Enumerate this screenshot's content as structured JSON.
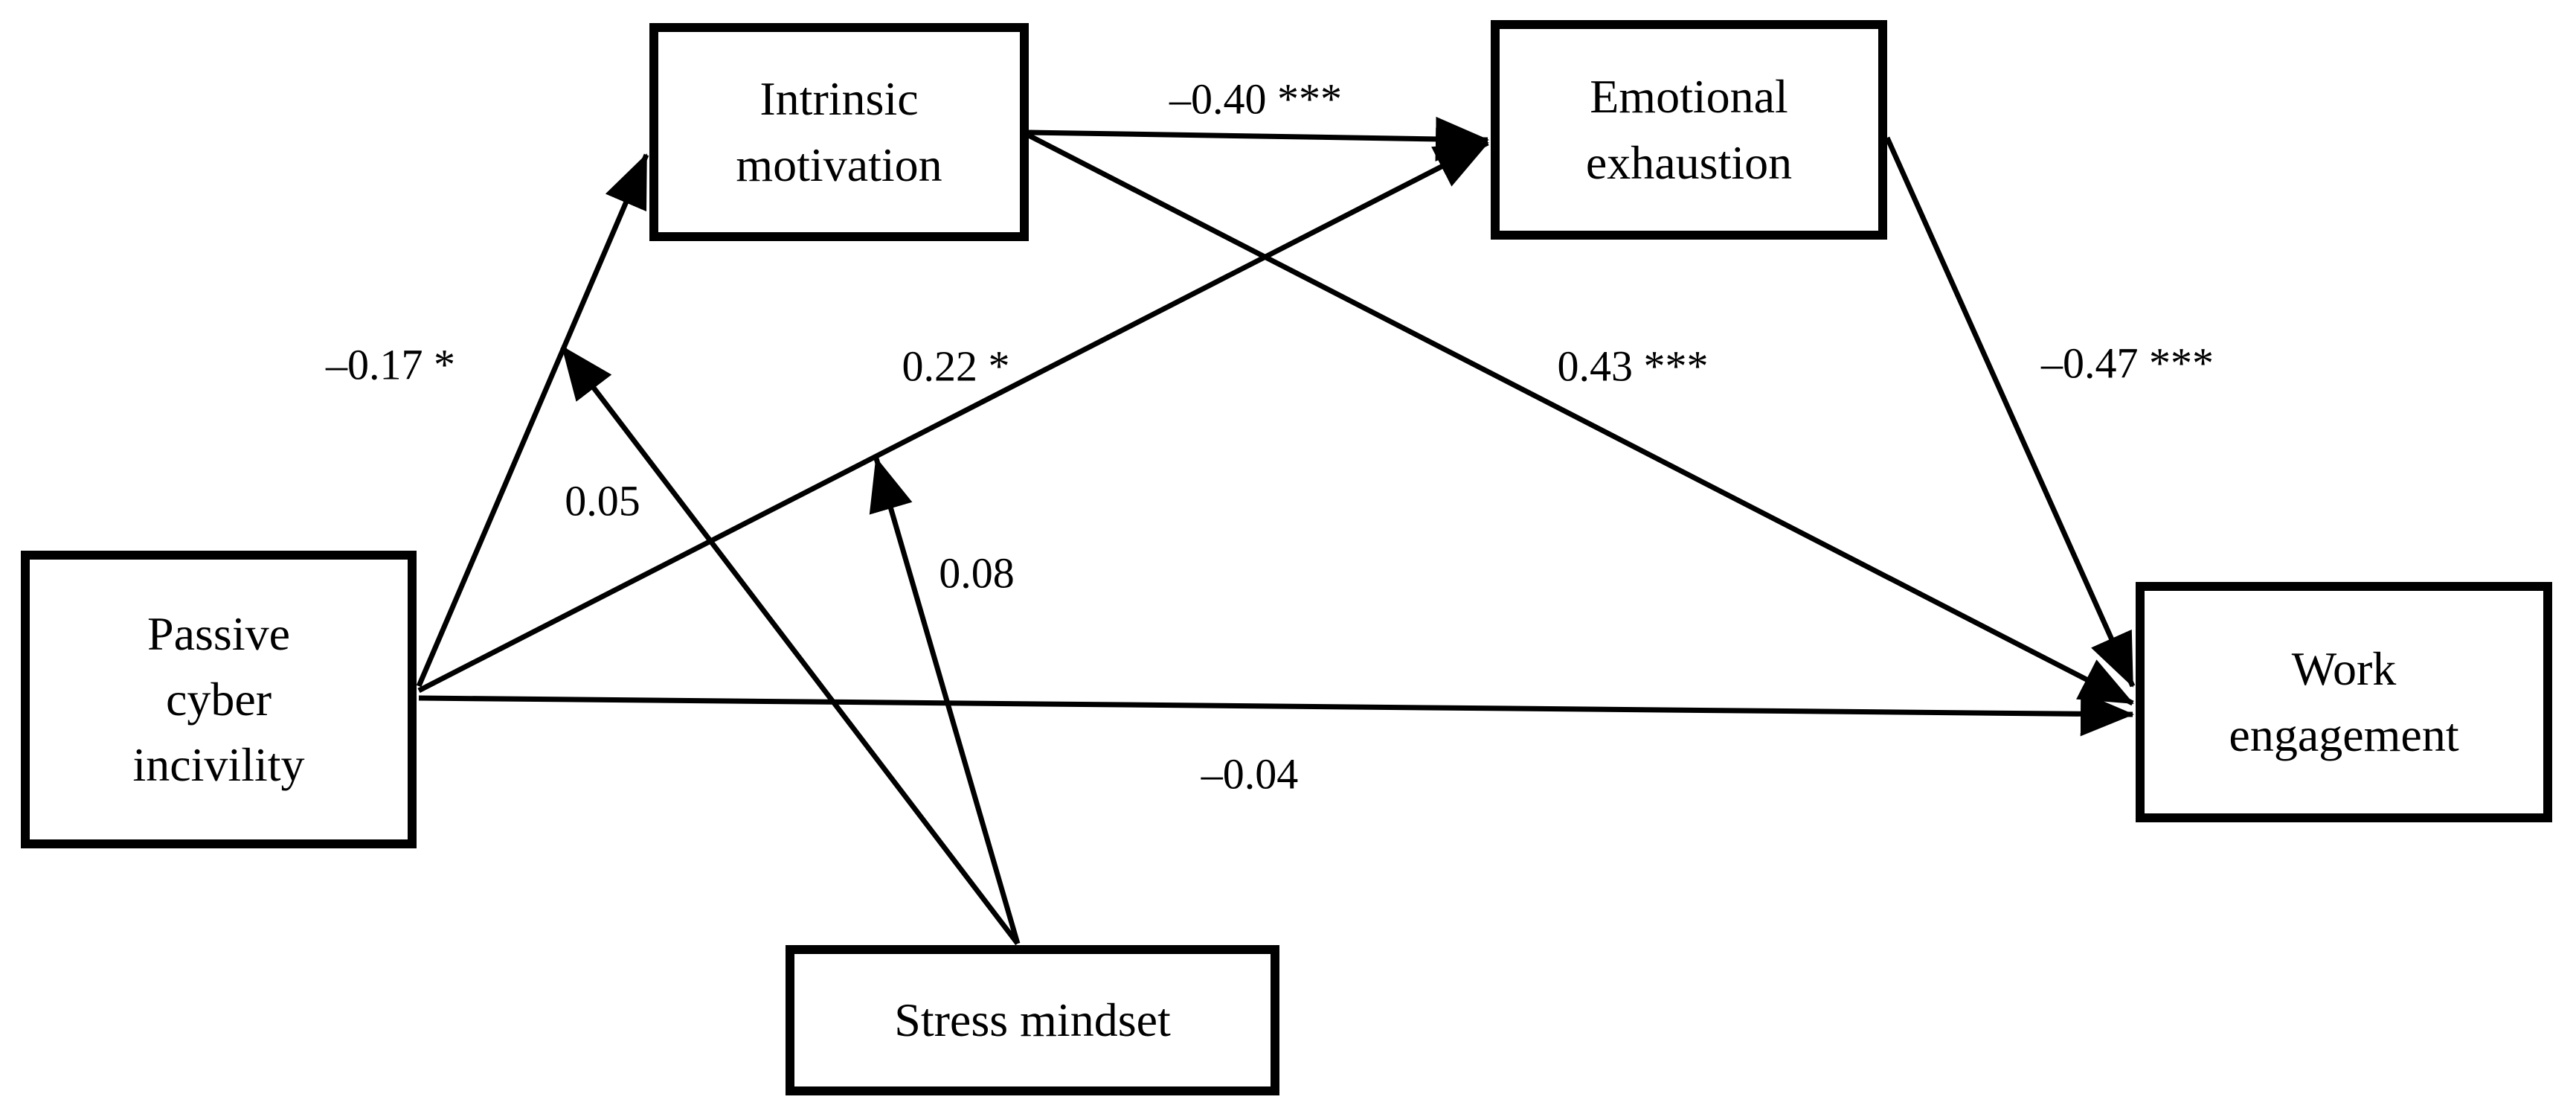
{
  "figure": {
    "type": "moderated-mediation path model",
    "background_color": "#ffffff",
    "line_color": "#000000",
    "text_color": "#000000"
  },
  "nodes": {
    "passive": {
      "label": "Passive\ncyber\nincivility"
    },
    "intrinsic": {
      "label": "Intrinsic\nmotivation"
    },
    "emotional": {
      "label": "Emotional\nexhaustion"
    },
    "work": {
      "label": "Work\nengagement"
    },
    "stress": {
      "label": "Stress mindset"
    }
  },
  "paths": {
    "passive_intrinsic": {
      "from": "Passive cyber incivility",
      "to": "Intrinsic motivation",
      "coefficient": "–0.17",
      "significance": "*",
      "label": "–0.17 *"
    },
    "intrinsic_emotional": {
      "from": "Intrinsic motivation",
      "to": "Emotional exhaustion",
      "coefficient": "–0.40",
      "significance": "***",
      "label": "–0.40 ***"
    },
    "passive_emotional": {
      "from": "Passive cyber incivility",
      "to": "Emotional exhaustion",
      "coefficient": "0.22",
      "significance": "*",
      "label": "0.22 *"
    },
    "intrinsic_work": {
      "from": "Intrinsic motivation",
      "to": "Work engagement",
      "coefficient": "0.43",
      "significance": "***",
      "label": "0.43 ***"
    },
    "emotional_work": {
      "from": "Emotional exhaustion",
      "to": "Work engagement",
      "coefficient": "–0.47",
      "significance": "***",
      "label": "–0.47 ***"
    },
    "passive_work": {
      "from": "Passive cyber incivility",
      "to": "Work engagement",
      "coefficient": "–0.04",
      "significance": "",
      "label": "–0.04"
    },
    "stress_mod_intrinsic": {
      "from": "Stress mindset",
      "moderates": "Passive cyber incivility → Intrinsic motivation",
      "coefficient": "0.05",
      "significance": "",
      "label": "0.05"
    },
    "stress_mod_emotional": {
      "from": "Stress mindset",
      "moderates": "Passive cyber incivility → Emotional exhaustion",
      "coefficient": "0.08",
      "significance": "",
      "label": "0.08"
    }
  }
}
